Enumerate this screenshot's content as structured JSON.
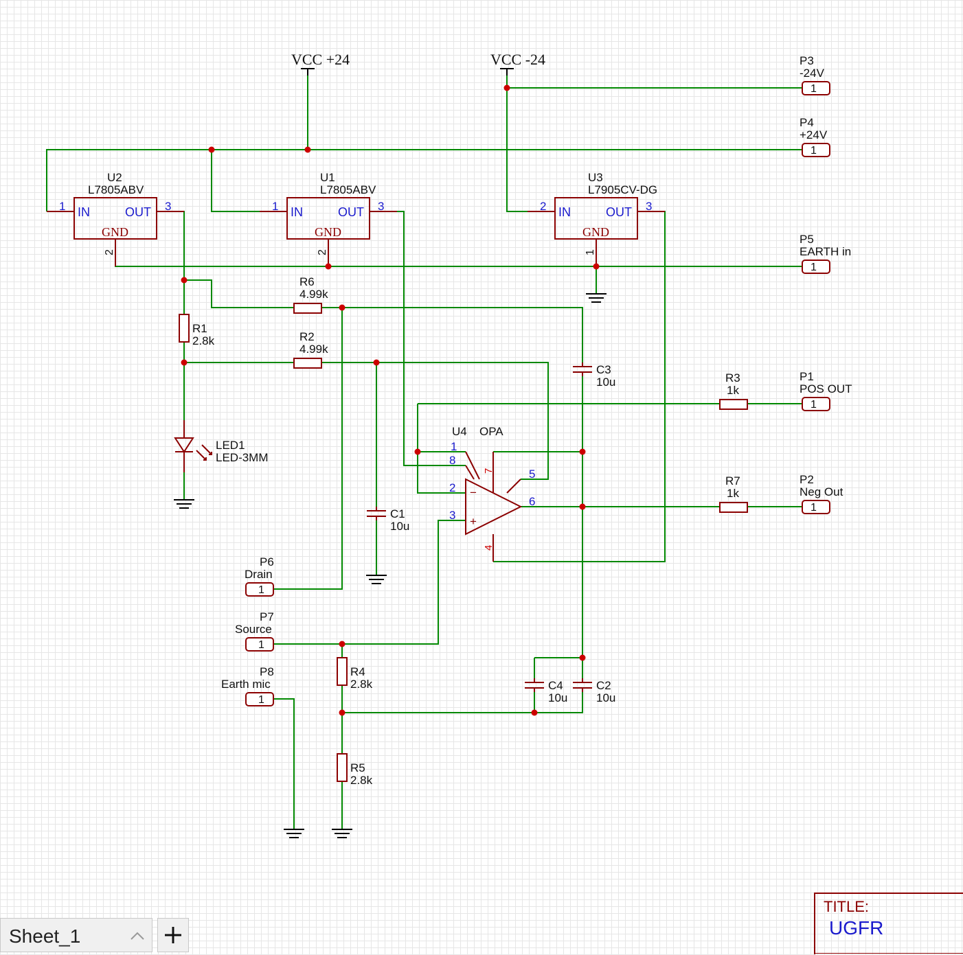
{
  "power": {
    "vcc_pos": "VCC +24",
    "vcc_neg": "VCC -24"
  },
  "regulators": [
    {
      "ref": "U2",
      "value": "L7805ABV",
      "in": "IN",
      "out": "OUT",
      "gnd": "GND",
      "pin_in": "1",
      "pin_out": "3",
      "pin_gnd": "2"
    },
    {
      "ref": "U1",
      "value": "L7805ABV",
      "in": "IN",
      "out": "OUT",
      "gnd": "GND",
      "pin_in": "1",
      "pin_out": "3",
      "pin_gnd": "2"
    },
    {
      "ref": "U3",
      "value": "L7905CV-DG",
      "in": "IN",
      "out": "OUT",
      "gnd": "GND",
      "pin_in": "2",
      "pin_out": "3",
      "pin_gnd": "1"
    }
  ],
  "resistors": [
    {
      "ref": "R6",
      "value": "4.99k"
    },
    {
      "ref": "R2",
      "value": "4.99k"
    },
    {
      "ref": "R1",
      "value": "2.8k"
    },
    {
      "ref": "R3",
      "value": "1k"
    },
    {
      "ref": "R7",
      "value": "1k"
    },
    {
      "ref": "R4",
      "value": "2.8k"
    },
    {
      "ref": "R5",
      "value": "2.8k"
    }
  ],
  "capacitors": [
    {
      "ref": "C3",
      "value": "10u"
    },
    {
      "ref": "C1",
      "value": "10u"
    },
    {
      "ref": "C4",
      "value": "10u"
    },
    {
      "ref": "C2",
      "value": "10u"
    }
  ],
  "led": {
    "ref": "LED1",
    "value": "LED-3MM"
  },
  "opamp": {
    "ref": "U4",
    "value": "OPA",
    "pins": [
      "1",
      "8",
      "2",
      "3",
      "7",
      "5",
      "6",
      "4"
    ],
    "minus": "−",
    "plus": "+"
  },
  "connectors": [
    {
      "ref": "P3",
      "label": "-24V",
      "pin": "1"
    },
    {
      "ref": "P4",
      "label": "+24V",
      "pin": "1"
    },
    {
      "ref": "P5",
      "label": "EARTH in",
      "pin": "1"
    },
    {
      "ref": "P1",
      "label": "POS OUT",
      "pin": "1"
    },
    {
      "ref": "P2",
      "label": "Neg Out",
      "pin": "1"
    },
    {
      "ref": "P6",
      "label": "Drain",
      "pin": "1"
    },
    {
      "ref": "P7",
      "label": "Source",
      "pin": "1"
    },
    {
      "ref": "P8",
      "label": "Earth mic",
      "pin": "1"
    }
  ],
  "sheet": {
    "tab_label": "Sheet_1",
    "add_icon": "plus-icon",
    "chevron_icon": "chevron-up-icon"
  },
  "title_block": {
    "title_label": "TITLE:",
    "title_value": "UGFR"
  }
}
